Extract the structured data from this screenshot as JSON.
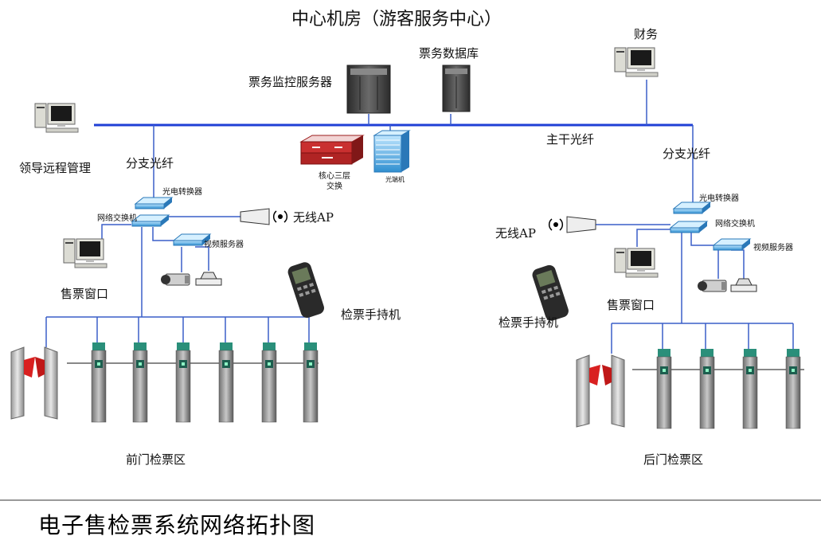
{
  "title": "中心机房（游客服务中心）",
  "caption": "电子售检票系统网络拓扑图",
  "center": {
    "monitor_server": "票务监控服务器",
    "database": "票务数据库",
    "finance": "财务",
    "leader": "领导远程管理",
    "core_switch": "核心三层",
    "core_switch_2": "交换",
    "optical_machine": "光端机",
    "backbone_fiber": "主干光纤"
  },
  "front": {
    "branch_fiber": "分支光纤",
    "converter": "光电转换器",
    "switch": "网络交换机",
    "video_server": "视频服务器",
    "wireless_ap": "无线AP",
    "ticket_window": "售票窗口",
    "handheld": "检票手持机",
    "zone": "前门检票区"
  },
  "back": {
    "branch_fiber": "分支光纤",
    "converter": "光电转换器",
    "switch": "网络交换机",
    "video_server": "视频服务器",
    "wireless_ap": "无线AP",
    "ticket_window": "售票窗口",
    "handheld": "检票手持机",
    "zone": "后门检票区"
  },
  "colors": {
    "backbone": "#1f3fd6",
    "link": "#3a5fc9",
    "switch_blue": "#3aa0e0",
    "gate_green": "#2a8f7a",
    "flap_red": "#d92020"
  },
  "icons": [
    "computer-icon",
    "server-icon",
    "switch-icon",
    "camera-icon",
    "speaker-icon",
    "wireless-ap-icon",
    "handheld-terminal-icon",
    "turnstile-icon",
    "wing-gate-icon"
  ]
}
